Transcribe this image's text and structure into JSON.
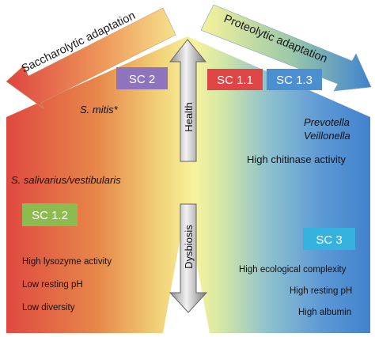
{
  "arrows": {
    "left_label": "Saccharolytic adaptation",
    "right_label": "Proteolytic adaptation",
    "up_label": "Health",
    "down_label": "Dysbiosis"
  },
  "badges": {
    "sc2": {
      "label": "SC 2",
      "color": "#8e73bd"
    },
    "sc11": {
      "label": "SC 1.1",
      "color": "#df4545"
    },
    "sc13": {
      "label": "SC 1.3",
      "color": "#4c8fd0"
    },
    "sc12": {
      "label": "SC 1.2",
      "color": "#8dbb4f"
    },
    "sc3": {
      "label": "SC 3",
      "color": "#35b2dd"
    }
  },
  "left_side": {
    "taxon_1": "S. mitis*",
    "taxon_2": "S. salivarius/vestibularis",
    "traits": [
      "High lysozyme activity",
      "Low resting pH",
      "Low diversity"
    ]
  },
  "right_side": {
    "taxon_1": "Prevotella",
    "taxon_2": "Veillonella",
    "trait_top": "High chitinase activity",
    "traits": [
      "High ecological complexity",
      "High resting pH",
      "High albumin"
    ]
  },
  "colors": {
    "left_red": "#e0453f",
    "center_yellow": "#f7f29a",
    "right_blue": "#3f83cf"
  }
}
